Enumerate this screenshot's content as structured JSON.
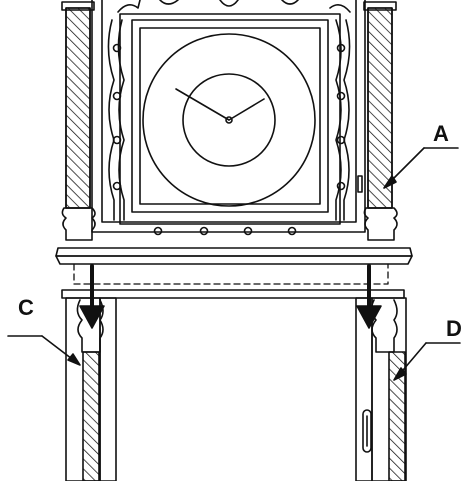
{
  "callouts": {
    "a": "A",
    "c": "C",
    "d": "D"
  },
  "colors": {
    "ink": "#111111",
    "paper": "#ffffff"
  },
  "icons": {
    "arrow": "down-arrow-icon"
  }
}
